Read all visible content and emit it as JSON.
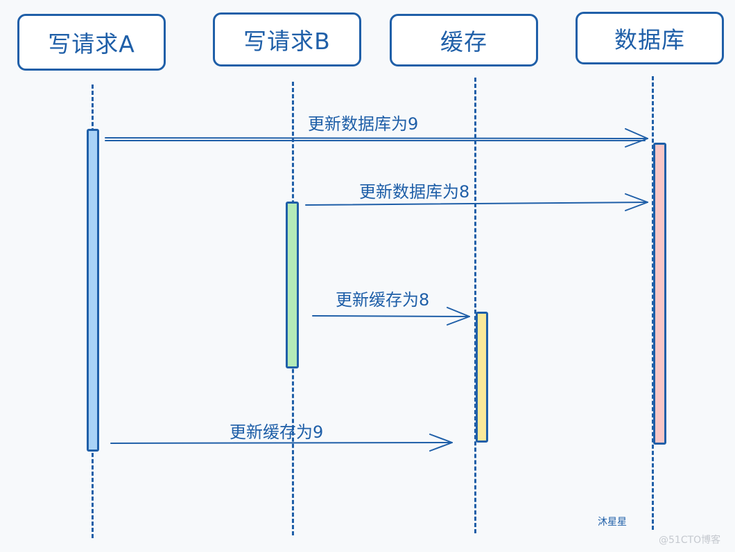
{
  "participants": [
    {
      "id": "write-a",
      "label": "写请求A"
    },
    {
      "id": "write-b",
      "label": "写请求B"
    },
    {
      "id": "cache",
      "label": "缓存"
    },
    {
      "id": "database",
      "label": "数据库"
    }
  ],
  "messages": [
    {
      "from": "写请求A",
      "to": "数据库",
      "label": "更新数据库为9"
    },
    {
      "from": "写请求B",
      "to": "数据库",
      "label": "更新数据库为8"
    },
    {
      "from": "写请求B",
      "to": "缓存",
      "label": "更新缓存为8"
    },
    {
      "from": "写请求A",
      "to": "缓存",
      "label": "更新缓存为9"
    }
  ],
  "colors": {
    "line": "#1f5fa8",
    "write_a_activation": "#a9d3f7",
    "write_b_activation": "#b4ebb8",
    "cache_activation": "#fbe99a",
    "database_activation": "#f8c7c7"
  },
  "signature": "沐星星",
  "site_watermark": "@51CTO博客"
}
